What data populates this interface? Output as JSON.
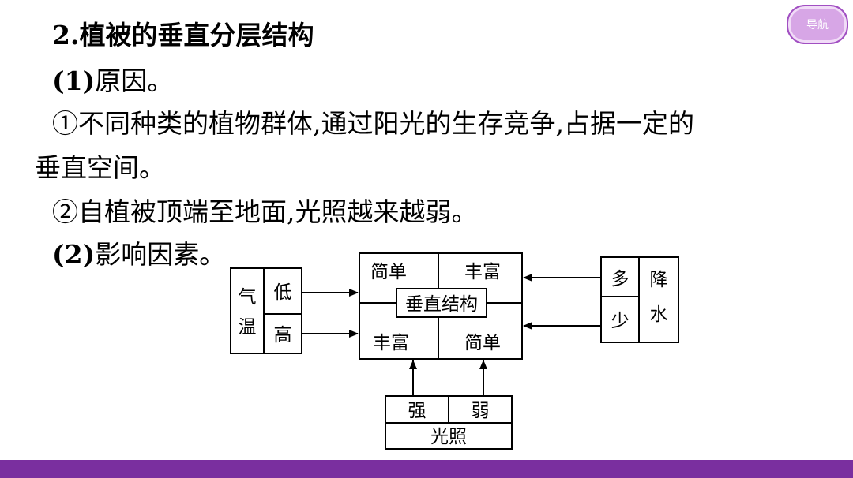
{
  "heading": "2.植被的垂直分层结构",
  "cause": {
    "num": "(1)",
    "text": "原因。"
  },
  "p1": {
    "first": "①不同种类的植物群体,通过阳光的生存竞争,占据一定的",
    "second": "垂直空间。"
  },
  "p2": "②自植被顶端至地面,光照越来越弱。",
  "factors": {
    "num": "(2)",
    "text": "影响因素。"
  },
  "nav_label": "导航",
  "diagram": {
    "center_top_left": "简单",
    "center_top_right": "丰富",
    "center_label": "垂直结构",
    "center_bottom_left": "丰富",
    "center_bottom_right": "简单",
    "temp_a": "气",
    "temp_b": "温",
    "temp_low": "低",
    "temp_high": "高",
    "rain_more": "多",
    "rain_less": "少",
    "rain_a": "降",
    "rain_b": "水",
    "light_strong": "强",
    "light_weak": "弱",
    "light_label": "光照"
  },
  "colors": {
    "nav_fill": "#d7a6e6",
    "nav_border": "#a14fc2",
    "bottom_bar": "#7a2f9f"
  }
}
